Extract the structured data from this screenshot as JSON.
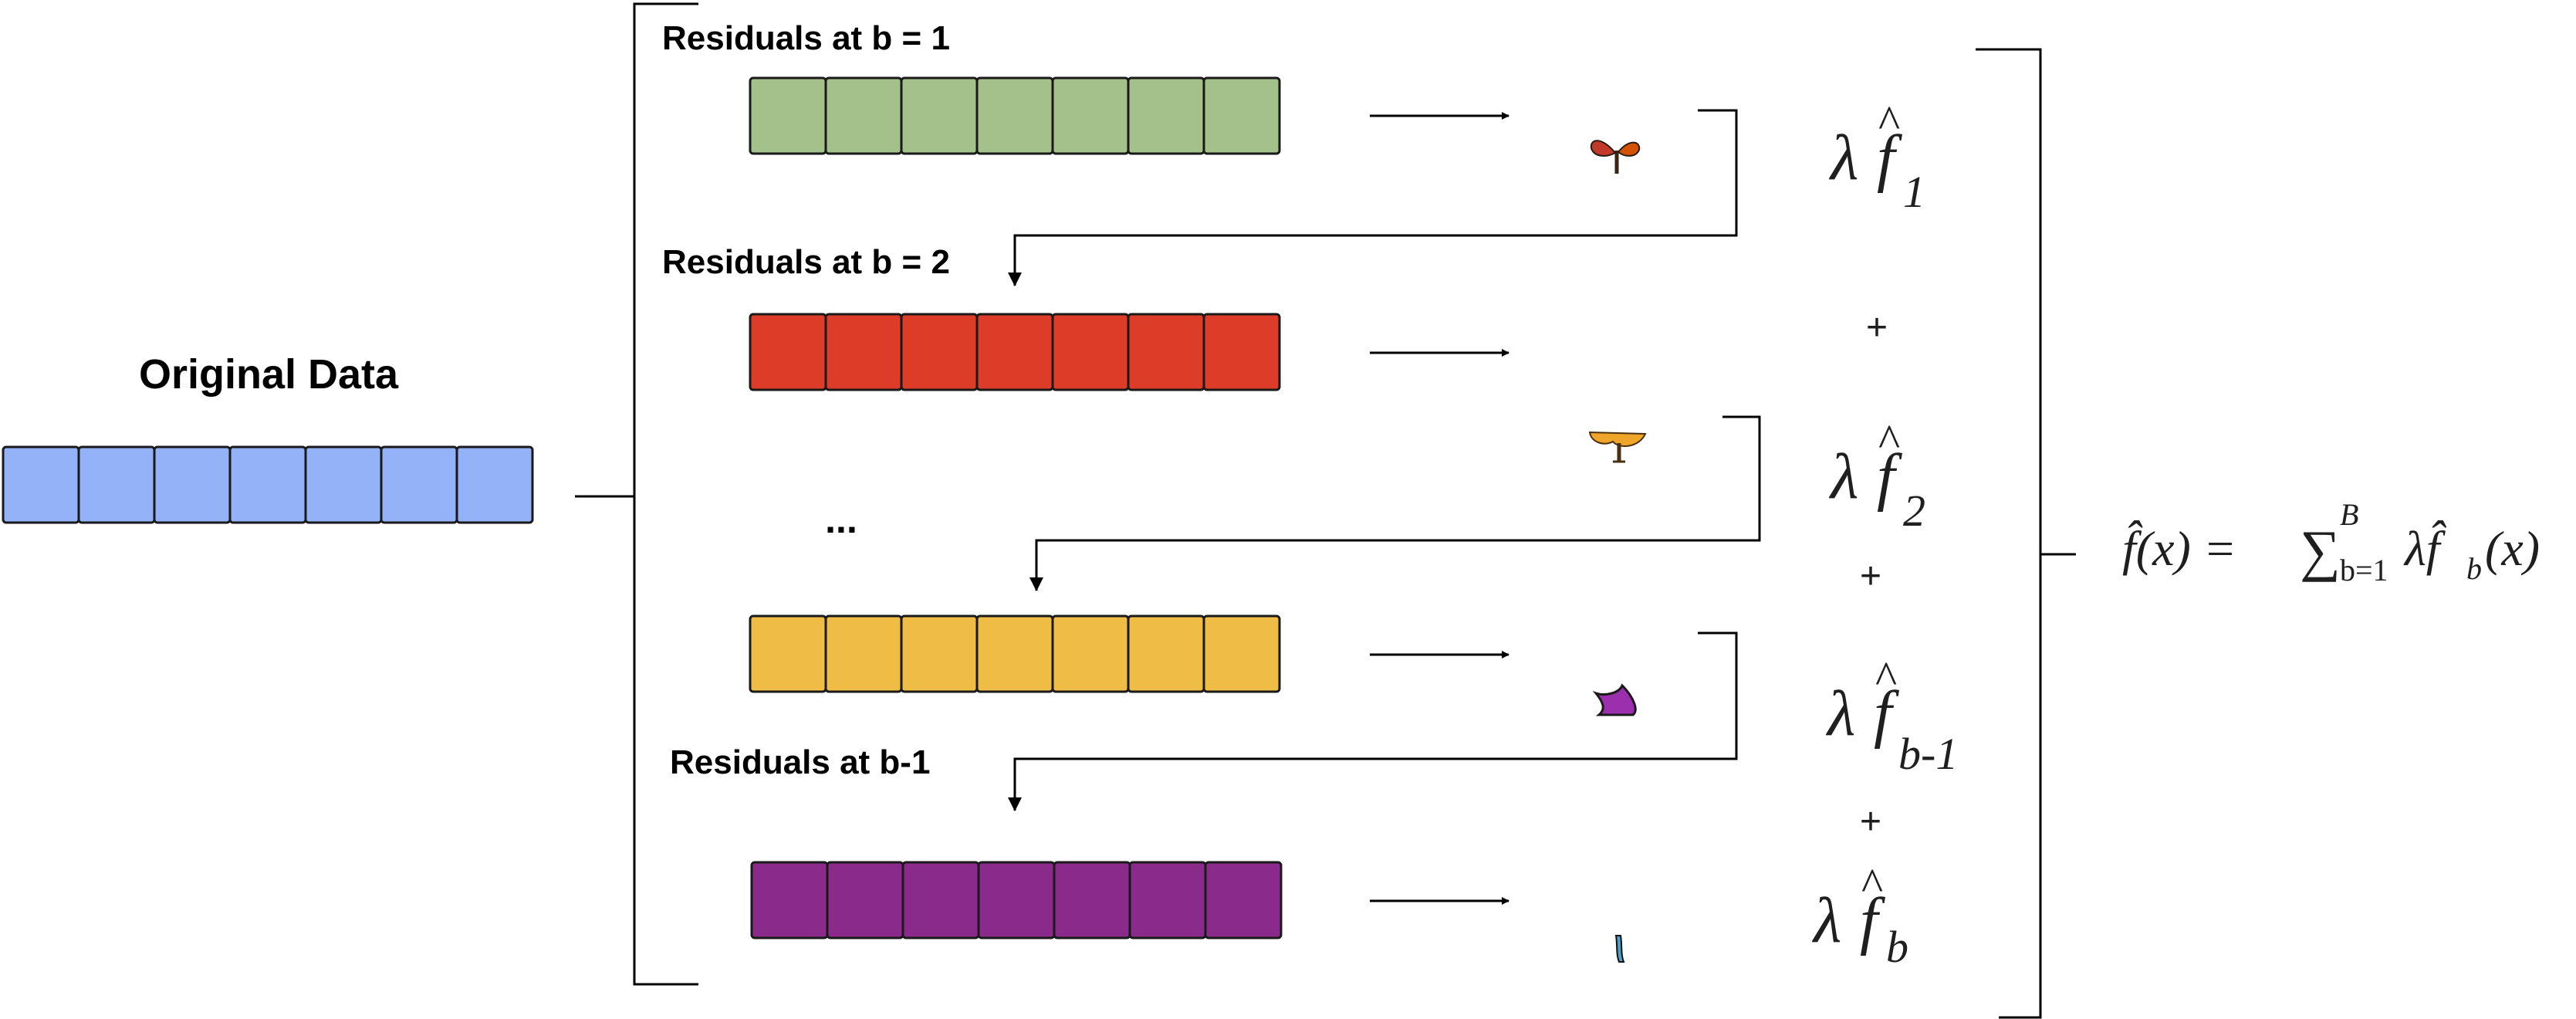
{
  "original_label": "Original Data",
  "original_color": "#94b2f7",
  "rows": [
    {
      "label": "Residuals at b = 1",
      "color": "#a4c18b",
      "term_sub": "1"
    },
    {
      "label": "Residuals at b = 2",
      "color": "#dc3c28",
      "term_sub": "2"
    },
    {
      "label": "",
      "color": "#efbc45",
      "term_sub": "b-1"
    },
    {
      "label": "Residuals at b-1",
      "color": "#8a2a8b",
      "term_sub": "b"
    }
  ],
  "ellipsis": "...",
  "cells_per_bar": 7,
  "lambda": "λ",
  "f": "f",
  "hat": "^",
  "plus": "+",
  "formula": {
    "lhs": "f̂(x) =",
    "sum": "∑",
    "sub": "b=1",
    "sup": "B",
    "rhs": "λf̂",
    "rhs_sub": "b",
    "rhs_tail": "(x)"
  },
  "icons": [
    "seedling-icon",
    "tree-icon",
    "bent-tree-icon",
    "trunk-icon"
  ]
}
